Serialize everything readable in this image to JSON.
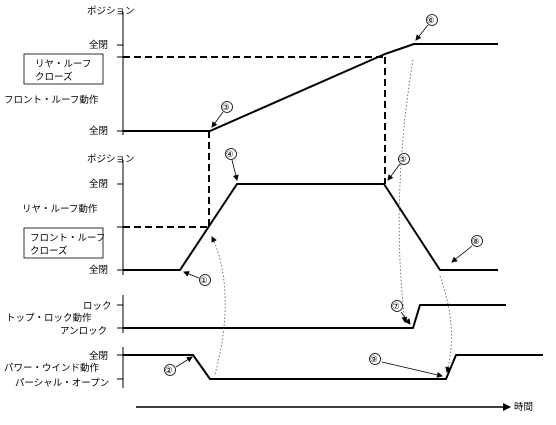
{
  "upper_chart": {
    "axis_title": "ポジション",
    "level_full_closed": "全閉",
    "rear_roof_close_line1": "リヤ・ルーフ",
    "rear_roof_close_line2": "クローズ",
    "front_roof_action": "フロント・ルーフ動作",
    "level_full_closed_bottom": "全閉"
  },
  "middle_chart": {
    "axis_title": "ポジション",
    "level_full_closed": "全閉",
    "rear_roof_action": "リヤ・ルーフ動作",
    "front_roof_close_line1": "フロント・ルーフ",
    "front_roof_close_line2": "クローズ",
    "level_full_closed_bottom": "全閉"
  },
  "top_lock_chart": {
    "level_lock": "ロック",
    "action": "トップ・ロック動作",
    "level_unlock": "アンロック"
  },
  "power_window_chart": {
    "level_full_closed": "全閉",
    "action": "パワー・ウインド動作",
    "level_partial_open": "パーシャル・オープン"
  },
  "time_axis": {
    "label": "時間"
  },
  "step_markers": [
    "①",
    "②",
    "③",
    "④",
    "⑤",
    "⑥",
    "⑦",
    "⑧",
    "⑨"
  ]
}
